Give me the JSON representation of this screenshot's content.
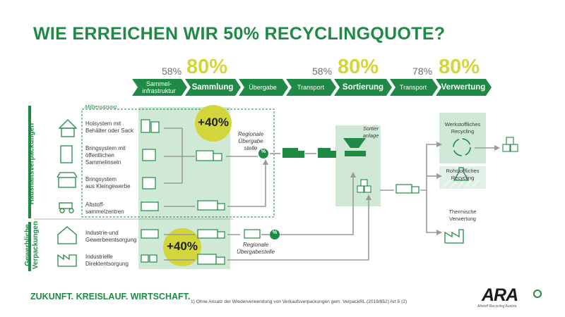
{
  "title": "WIE ERREICHEN WIR 50% RECYCLINGQUOTE?",
  "quotas": [
    {
      "small": "58%",
      "big": "80%"
    },
    {
      "small": "58%",
      "big": "80%"
    },
    {
      "small": "78%",
      "big": "80%"
    }
  ],
  "steps": [
    "Sammel-\ninfrastruktur",
    "Sammlung",
    "Übergabe",
    "Transport",
    "Sortierung",
    "Transport",
    "Verwertung"
  ],
  "mitbenutzung": "Mitbenutzung",
  "sections": {
    "household": "Haushaltsverpackungen",
    "commercial": "Gewerbliche\nVerpackungen"
  },
  "sources": {
    "holsystem": "Holsystem mit\nBehälter oder Sack",
    "bringsystem_oeff": "Bringsystem mit\nöffentlichen\nSammelinseln",
    "bringsystem_klein": "Bringsystem\naus Kleingewerbe",
    "altstoff": "Altstoff-\nsammelzentren",
    "industrie": "Industrie-und\nGewerbeentsorgung",
    "direkt": "Industrielle\nDirektentsorgung"
  },
  "badges": [
    "+40%",
    "+40%"
  ],
  "transfer_top": "Regionale\nÜbergabe\nstelle",
  "transfer_bottom": "Regionale\nÜbergabestelle",
  "percent_node": "%",
  "sorting_label": "Sortier\nanlage",
  "outputs": {
    "werkstoff": "Werkstoffliches\nRecycling",
    "rohstoff": "Rohstoffliches\nRecycling",
    "thermisch": "Thermische\nVerwertung"
  },
  "slogan": "ZUKUNFT. KREISLAUF. WIRTSCHAFT.",
  "footnote": "1) Ohne Ansatz der Wiederverwendung von Verkaufsverpackungen gem. VerpackRL (2018/852) Art 5 (2)",
  "logo": {
    "text": "ARA",
    "subtitle": "Altstoff Recycling Austria"
  },
  "colors": {
    "green": "#1f8a45",
    "light_green": "#cfe9d6",
    "yellow": "#d3d63a",
    "arrow_grey": "#9a9a9a"
  }
}
